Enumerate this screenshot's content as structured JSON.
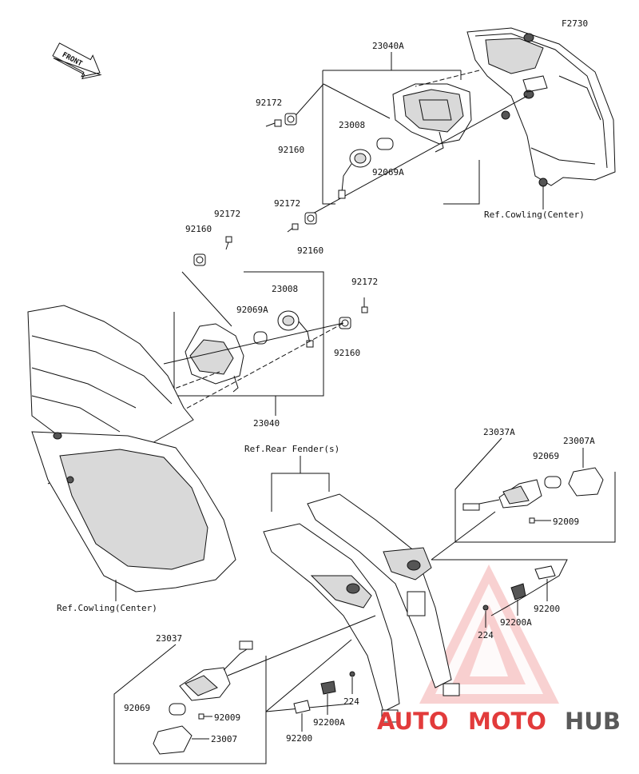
{
  "diagram_code": "F2730",
  "front_label": "FRONT",
  "parts": {
    "p23040A": "23040A",
    "p23040": "23040",
    "p23037A": "23037A",
    "p23037": "23037",
    "p23008_top": "23008",
    "p23008_mid": "23008",
    "p23007A": "23007A",
    "p23007": "23007",
    "p92069A_top": "92069A",
    "p92069A_mid": "92069A",
    "p92069_right": "92069",
    "p92069_left": "92069",
    "p92172_a": "92172",
    "p92172_b": "92172",
    "p92172_c": "92172",
    "p92172_d": "92172",
    "p92160_a": "92160",
    "p92160_b": "92160",
    "p92160_c": "92160",
    "p92160_d": "92160",
    "p92009_right": "92009",
    "p92009_left": "92009",
    "p92200_right": "92200",
    "p92200_left": "92200",
    "p92200A_right": "92200A",
    "p92200A_left": "92200A",
    "p224_right": "224",
    "p224_left": "224"
  },
  "refs": {
    "cowling_top": "Ref.Cowling(Center)",
    "cowling_bottom": "Ref.Cowling(Center)",
    "rear_fender": "Ref.Rear Fender(s)"
  },
  "watermark": {
    "part1": "AUTO",
    "part2": "MOTO",
    "part3": "HUB",
    "color_accent": "#e23b3b",
    "color_dark": "#5a5a5a"
  }
}
